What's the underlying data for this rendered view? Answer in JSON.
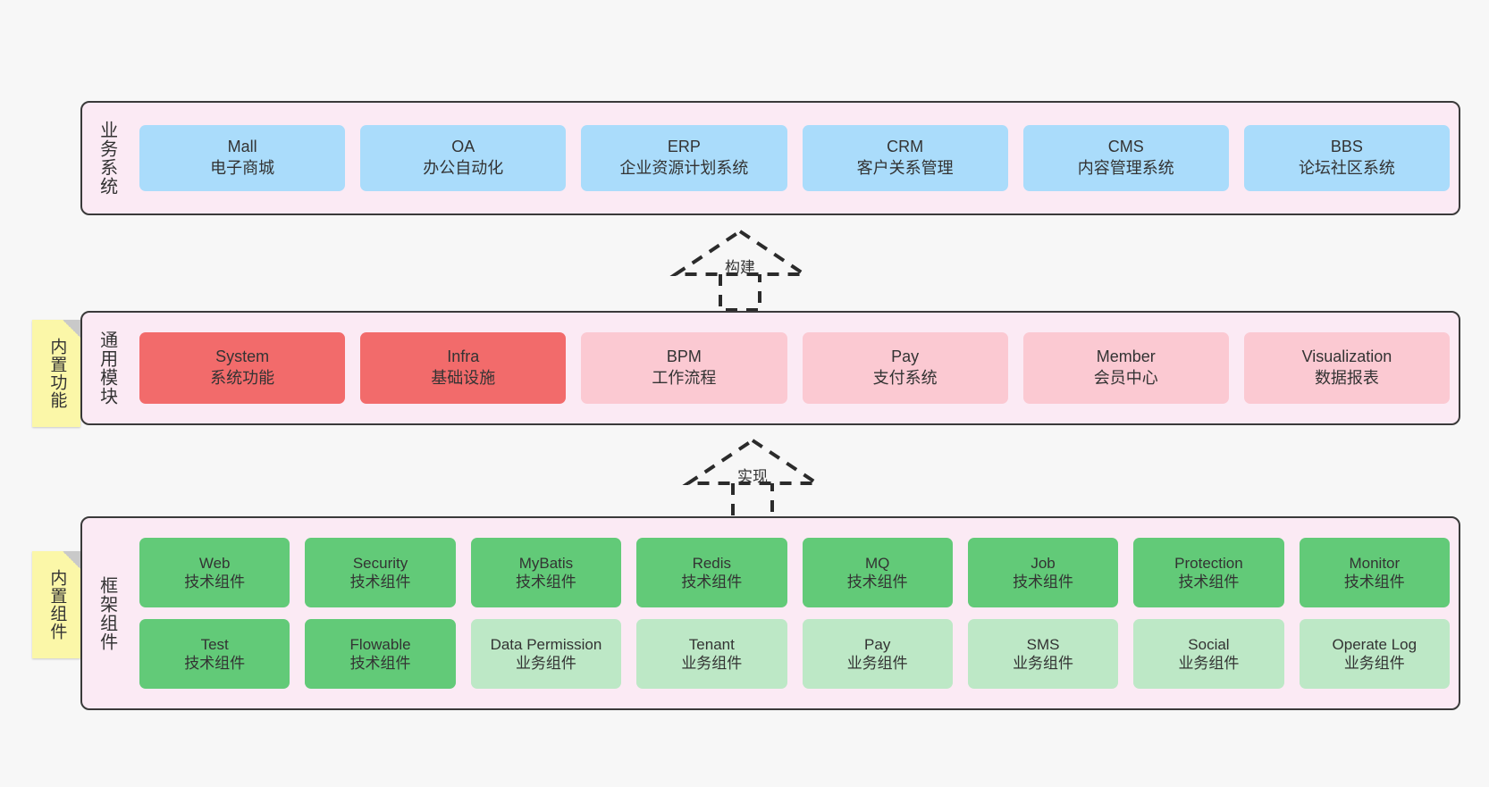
{
  "diagram": {
    "title_hidden": "",
    "background_color": "#f7f7f7",
    "panel_color": "#fbeaf4",
    "panel_border_color": "#3a3a3a",
    "note_color": "#fbf7a8"
  },
  "notes": [
    {
      "name": "builtin-features",
      "text": "内置功能"
    },
    {
      "name": "builtin-components",
      "text": "内置组件"
    }
  ],
  "arrows": [
    {
      "name": "build",
      "label": "构建"
    },
    {
      "name": "implement",
      "label": "实现"
    }
  ],
  "layers": [
    {
      "id": "business",
      "title": "业务系统",
      "rows": [
        {
          "cells": [
            {
              "en": "Mall",
              "cn": "电子商城",
              "color": "#aadcfb"
            },
            {
              "en": "OA",
              "cn": "办公自动化",
              "color": "#aadcfb"
            },
            {
              "en": "ERP",
              "cn": "企业资源计划系统",
              "color": "#aadcfb"
            },
            {
              "en": "CRM",
              "cn": "客户关系管理",
              "color": "#aadcfb"
            },
            {
              "en": "CMS",
              "cn": "内容管理系统",
              "color": "#aadcfb"
            },
            {
              "en": "BBS",
              "cn": "论坛社区系统",
              "color": "#aadcfb"
            }
          ]
        }
      ]
    },
    {
      "id": "modules",
      "title": "通用模块",
      "rows": [
        {
          "cells": [
            {
              "en": "System",
              "cn": "系统功能",
              "color": "#f26b6b"
            },
            {
              "en": "Infra",
              "cn": "基础设施",
              "color": "#f26b6b"
            },
            {
              "en": "BPM",
              "cn": "工作流程",
              "color": "#fbc9d2"
            },
            {
              "en": "Pay",
              "cn": "支付系统",
              "color": "#fbc9d2"
            },
            {
              "en": "Member",
              "cn": "会员中心",
              "color": "#fbc9d2"
            },
            {
              "en": "Visualization",
              "cn": "数据报表",
              "color": "#fbc9d2"
            }
          ]
        }
      ]
    },
    {
      "id": "framework",
      "title": "框架组件",
      "rows": [
        {
          "cells": [
            {
              "en": "Web",
              "cn": "技术组件",
              "color": "#62ca78"
            },
            {
              "en": "Security",
              "cn": "技术组件",
              "color": "#62ca78"
            },
            {
              "en": "MyBatis",
              "cn": "技术组件",
              "color": "#62ca78"
            },
            {
              "en": "Redis",
              "cn": "技术组件",
              "color": "#62ca78"
            },
            {
              "en": "MQ",
              "cn": "技术组件",
              "color": "#62ca78"
            },
            {
              "en": "Job",
              "cn": "技术组件",
              "color": "#62ca78"
            },
            {
              "en": "Protection",
              "cn": "技术组件",
              "color": "#62ca78"
            },
            {
              "en": "Monitor",
              "cn": "技术组件",
              "color": "#62ca78"
            }
          ]
        },
        {
          "cells": [
            {
              "en": "Test",
              "cn": "技术组件",
              "color": "#62ca78"
            },
            {
              "en": "Flowable",
              "cn": "技术组件",
              "color": "#62ca78"
            },
            {
              "en": "Data Permission",
              "cn": "业务组件",
              "color": "#bde8c6"
            },
            {
              "en": "Tenant",
              "cn": "业务组件",
              "color": "#bde8c6"
            },
            {
              "en": "Pay",
              "cn": "业务组件",
              "color": "#bde8c6"
            },
            {
              "en": "SMS",
              "cn": "业务组件",
              "color": "#bde8c6"
            },
            {
              "en": "Social",
              "cn": "业务组件",
              "color": "#bde8c6"
            },
            {
              "en": "Operate Log",
              "cn": "业务组件",
              "color": "#bde8c6"
            }
          ]
        }
      ]
    }
  ]
}
